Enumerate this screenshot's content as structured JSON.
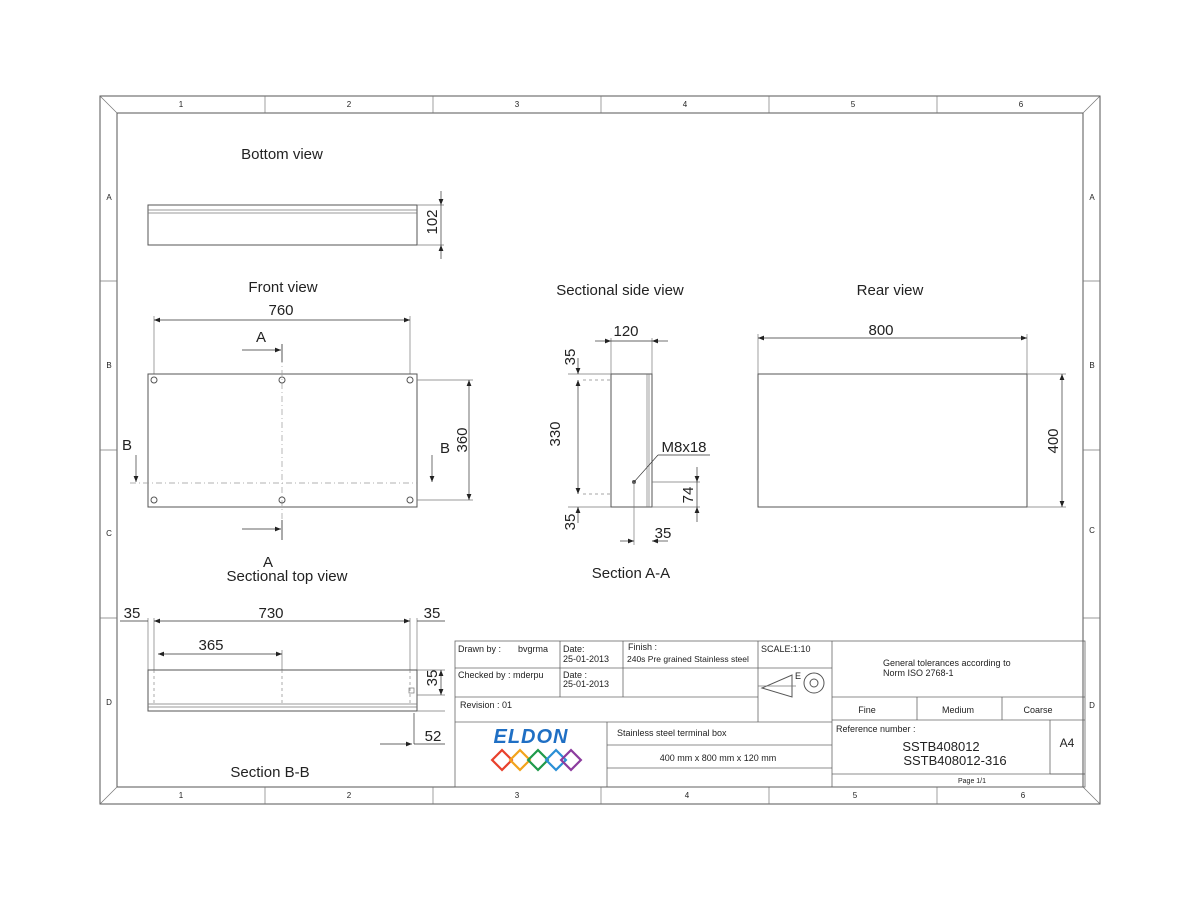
{
  "grid": {
    "columns": [
      "1",
      "2",
      "3",
      "4",
      "5",
      "6"
    ],
    "rows": [
      "A",
      "B",
      "C",
      "D"
    ]
  },
  "views": {
    "bottom": {
      "title": "Bottom view",
      "dims": {
        "height": "102"
      }
    },
    "front": {
      "title": "Front view",
      "dims": {
        "width": "760",
        "height": "360"
      },
      "section_a": "A",
      "section_b": "B"
    },
    "side": {
      "title": "Sectional side view",
      "caption": "Section A-A",
      "dims": {
        "depth": "120",
        "top": "35",
        "middle": "330",
        "bottom": "35",
        "hole_height": "74",
        "hole_offset": "35"
      },
      "thread": "M8x18"
    },
    "rear": {
      "title": "Rear view",
      "dims": {
        "width": "800",
        "height": "400"
      }
    },
    "top": {
      "title": "Sectional top view",
      "caption": "Section B-B",
      "dims": {
        "left": "35",
        "total": "730",
        "right": "35",
        "half": "365",
        "height": "35",
        "depth": "52"
      }
    }
  },
  "titleblock": {
    "drawn_by_label": "Drawn by :",
    "drawn_by": "bvgrma",
    "date_label_1": "Date:",
    "date_1": "25-01-2013",
    "checked_by": "Checked by : mderpu",
    "date_label_2": "Date :",
    "date_2": "25-01-2013",
    "revision": "Revision : 01",
    "finish_label": "Finish :",
    "finish": "240s Pre grained Stainless steel",
    "scale": "SCALE:1:10",
    "projection_mark": "E",
    "tolerance_line1": "General tolerances according to",
    "tolerance_line2": "Norm ISO 2768-1",
    "fine": "Fine",
    "medium": "Medium",
    "coarse": "Coarse",
    "logo": "ELDON",
    "description": "Stainless steel terminal box",
    "dimensions": "400 mm x 800 mm x 120 mm",
    "reference_label": "Reference number :",
    "reference_1": "SSTB408012",
    "reference_2": "SSTB408012-316",
    "sheet_size": "A4",
    "page": "Page 1/1"
  },
  "colors": {
    "logo_blue": "#1f6fc4",
    "diamond_1": "#e8412c",
    "diamond_2": "#f2a31b",
    "diamond_3": "#1f9a4a",
    "diamond_4": "#2a8fd6",
    "diamond_5": "#8c3c9e"
  }
}
